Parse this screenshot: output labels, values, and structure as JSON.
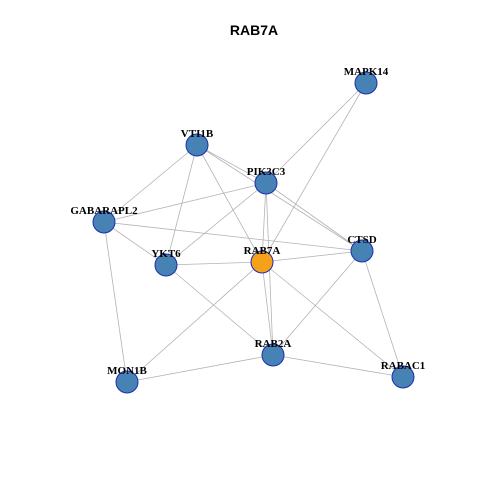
{
  "title": "RAB7A",
  "colors": {
    "default_node": "#4682B4",
    "center_node": "#F5A21A",
    "node_border": "#1A2FB0",
    "edge": "#B3B3B3"
  },
  "nodes": [
    {
      "id": "MAPK14",
      "label": "MAPK14",
      "center": false
    },
    {
      "id": "VTI1B",
      "label": "VTI1B",
      "center": false
    },
    {
      "id": "PIK3C3",
      "label": "PIK3C3",
      "center": false
    },
    {
      "id": "GABARAPL2",
      "label": "GABARAPL2",
      "center": false
    },
    {
      "id": "CTSD",
      "label": "CTSD",
      "center": false
    },
    {
      "id": "RAB7A",
      "label": "RAB7A",
      "center": true
    },
    {
      "id": "YKT6",
      "label": "YKT6",
      "center": false
    },
    {
      "id": "RAB2A",
      "label": "RAB2A",
      "center": false
    },
    {
      "id": "RABAC1",
      "label": "RABAC1",
      "center": false
    },
    {
      "id": "MON1B",
      "label": "MON1B",
      "center": false
    }
  ],
  "edges": [
    [
      "MAPK14",
      "PIK3C3"
    ],
    [
      "MAPK14",
      "RAB7A"
    ],
    [
      "VTI1B",
      "GABARAPL2"
    ],
    [
      "VTI1B",
      "YKT6"
    ],
    [
      "VTI1B",
      "PIK3C3"
    ],
    [
      "VTI1B",
      "RAB7A"
    ],
    [
      "VTI1B",
      "CTSD"
    ],
    [
      "PIK3C3",
      "GABARAPL2"
    ],
    [
      "PIK3C3",
      "YKT6"
    ],
    [
      "PIK3C3",
      "RAB7A"
    ],
    [
      "PIK3C3",
      "CTSD"
    ],
    [
      "PIK3C3",
      "RAB2A"
    ],
    [
      "GABARAPL2",
      "YKT6"
    ],
    [
      "GABARAPL2",
      "MON1B"
    ],
    [
      "GABARAPL2",
      "CTSD"
    ],
    [
      "YKT6",
      "RAB7A"
    ],
    [
      "YKT6",
      "RAB2A"
    ],
    [
      "RAB7A",
      "CTSD"
    ],
    [
      "RAB7A",
      "RAB2A"
    ],
    [
      "RAB7A",
      "MON1B"
    ],
    [
      "RAB7A",
      "RABAC1"
    ],
    [
      "CTSD",
      "RAB2A"
    ],
    [
      "CTSD",
      "RABAC1"
    ],
    [
      "RAB2A",
      "MON1B"
    ],
    [
      "RAB2A",
      "RABAC1"
    ]
  ]
}
